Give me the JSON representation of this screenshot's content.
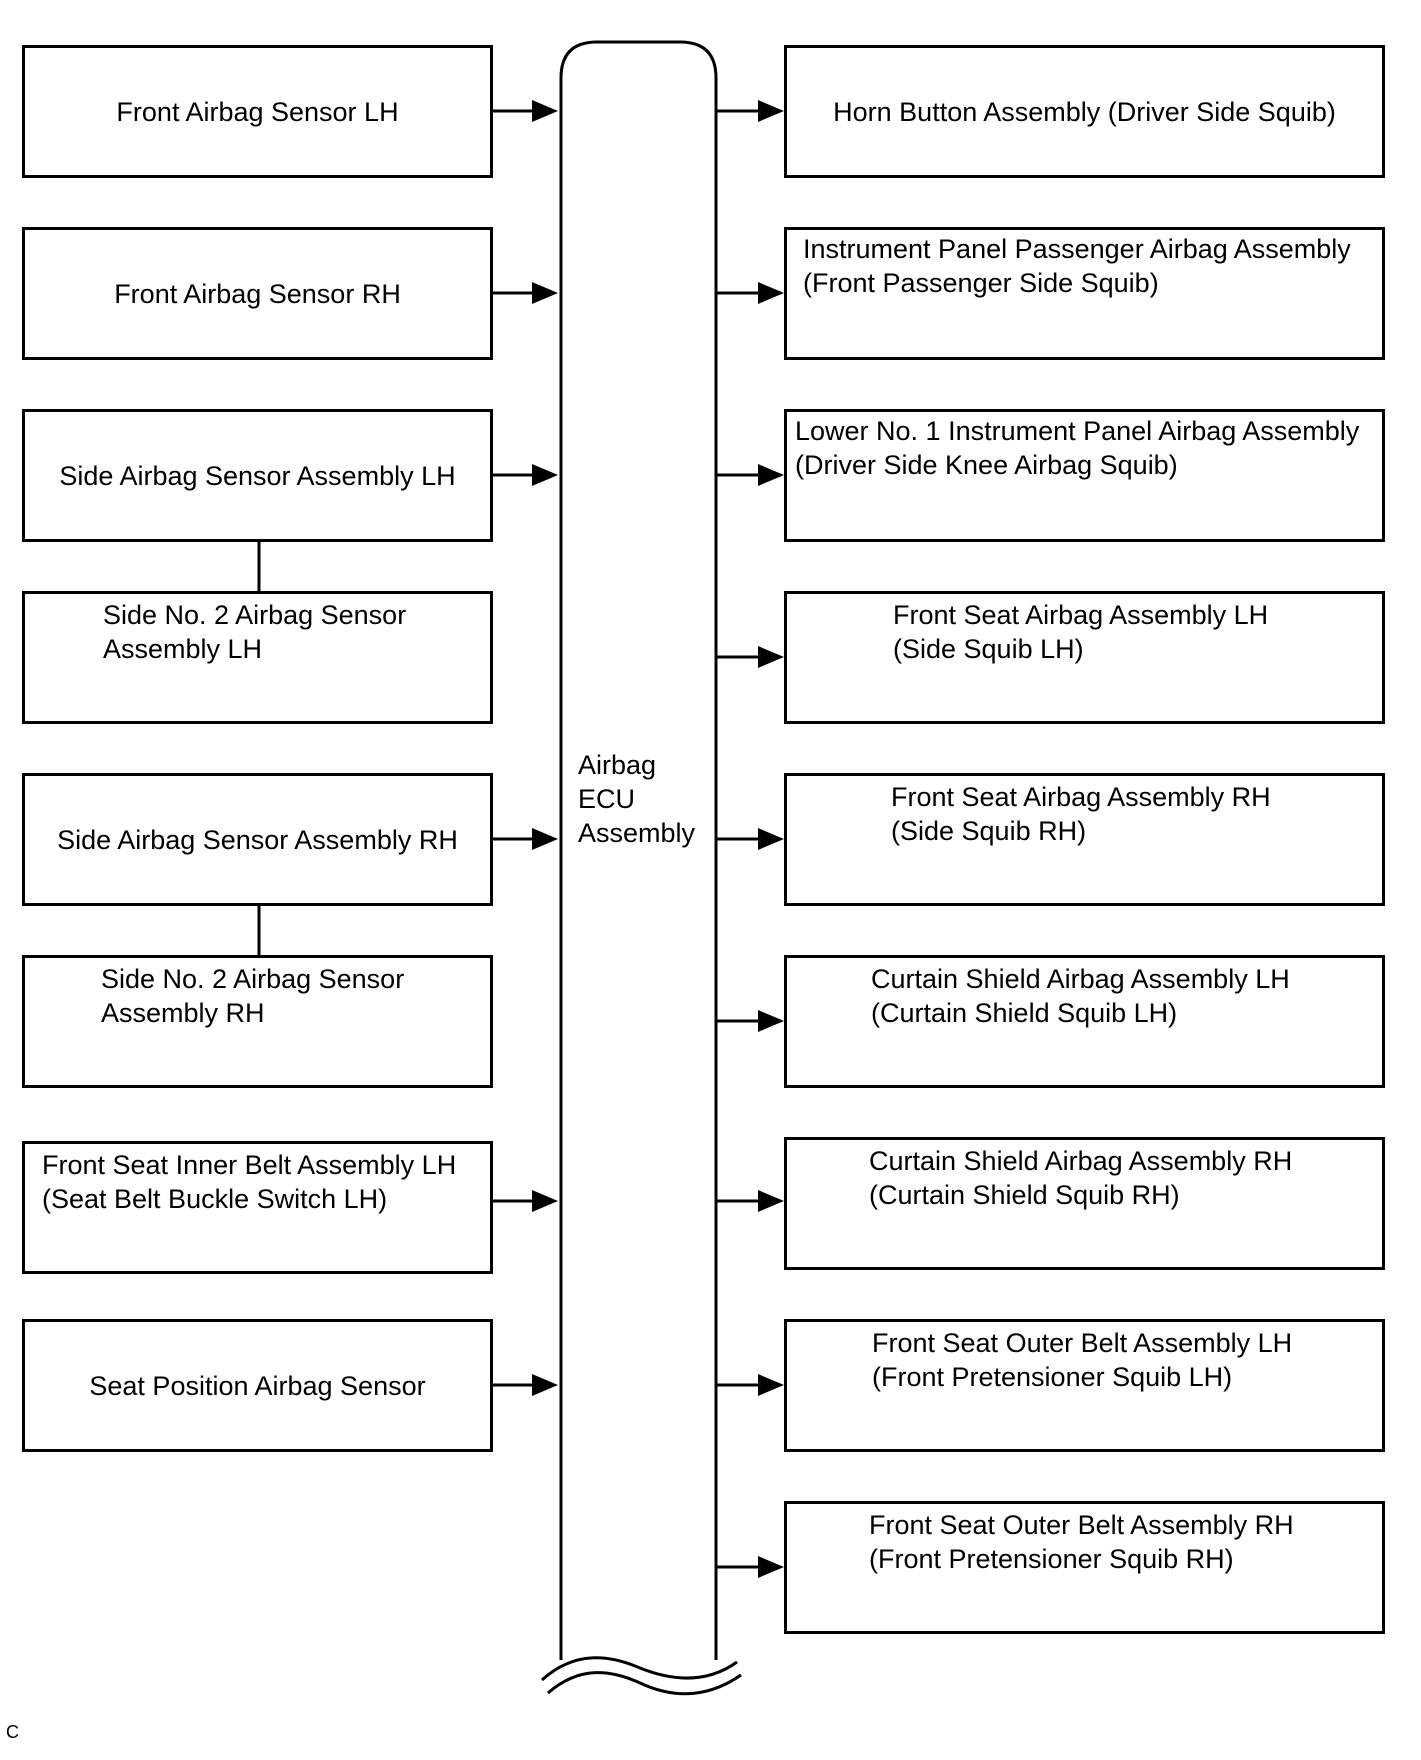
{
  "ecu": {
    "lines": [
      "Airbag",
      "ECU",
      "Assembly"
    ]
  },
  "inputs": [
    {
      "lines": [
        "Front Airbag Sensor LH"
      ]
    },
    {
      "lines": [
        "Front Airbag Sensor RH"
      ]
    },
    {
      "lines": [
        "Side Airbag Sensor Assembly LH"
      ]
    },
    {
      "lines": [
        "Side No. 2 Airbag Sensor",
        "Assembly LH"
      ]
    },
    {
      "lines": [
        "Side Airbag Sensor Assembly RH"
      ]
    },
    {
      "lines": [
        "Side No. 2 Airbag Sensor",
        "Assembly RH"
      ]
    },
    {
      "lines": [
        "Front Seat Inner Belt Assembly LH",
        "(Seat Belt Buckle Switch LH)"
      ]
    },
    {
      "lines": [
        "Seat Position Airbag Sensor"
      ]
    }
  ],
  "outputs": [
    {
      "lines": [
        "Horn Button Assembly (Driver Side Squib)"
      ]
    },
    {
      "lines": [
        "Instrument Panel Passenger Airbag Assembly",
        "(Front Passenger Side Squib)"
      ]
    },
    {
      "lines": [
        "Lower No. 1 Instrument Panel Airbag Assembly",
        "(Driver Side Knee Airbag Squib)"
      ]
    },
    {
      "lines": [
        "Front Seat Airbag Assembly LH",
        "(Side Squib LH)"
      ]
    },
    {
      "lines": [
        "Front Seat Airbag Assembly RH",
        "(Side Squib RH)"
      ]
    },
    {
      "lines": [
        "Curtain Shield Airbag Assembly LH",
        "(Curtain Shield Squib LH)"
      ]
    },
    {
      "lines": [
        "Curtain Shield Airbag Assembly RH",
        "(Curtain Shield Squib RH)"
      ]
    },
    {
      "lines": [
        "Front Seat Outer Belt Assembly LH",
        "(Front Pretensioner Squib LH)"
      ]
    },
    {
      "lines": [
        "Front Seat Outer Belt Assembly RH",
        "(Front Pretensioner Squib RH)"
      ]
    }
  ],
  "footer_mark": "C"
}
